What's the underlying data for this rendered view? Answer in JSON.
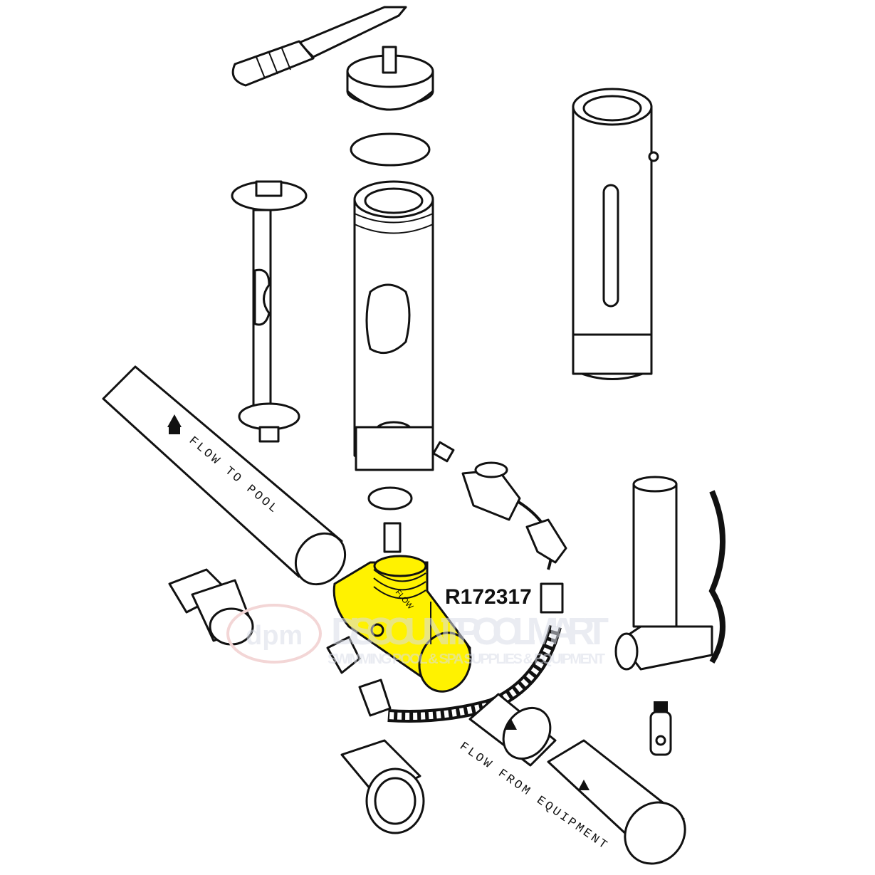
{
  "diagram": {
    "part_label": "R172317",
    "highlight_color": "#FFF200",
    "pipe_labels": {
      "flow_to_pool": "FLOW TO POOL",
      "flow_from_equipment": "FLOW FROM EQUIPMENT",
      "tee_flow": "FLOW"
    },
    "watermark": {
      "logo": "dpm",
      "name": "DISCOUNT POOL MART",
      "tagline": "SWIMMING POOL & SPA SUPPLIES & EQUIPMENT"
    }
  }
}
